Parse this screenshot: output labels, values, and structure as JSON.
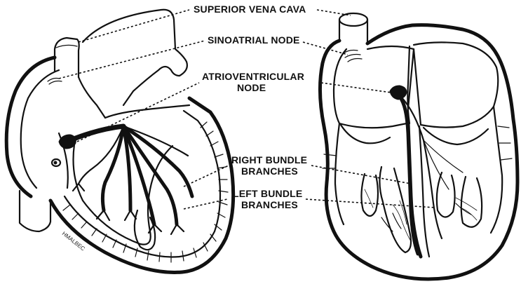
{
  "labels": {
    "superior_vena_cava": "SUPERIOR VENA CAVA",
    "sinoatrial_node": "SINOATRIAL NODE",
    "atrioventricular_node_line1": "ATRIOVENTRICULAR",
    "atrioventricular_node_line2": "NODE",
    "right_bundle_line1": "RIGHT BUNDLE",
    "right_bundle_line2": "BRANCHES",
    "left_bundle_line1": "LEFT BUNDLE",
    "left_bundle_line2": "BRANCHES"
  },
  "signature": "HMALBEC"
}
